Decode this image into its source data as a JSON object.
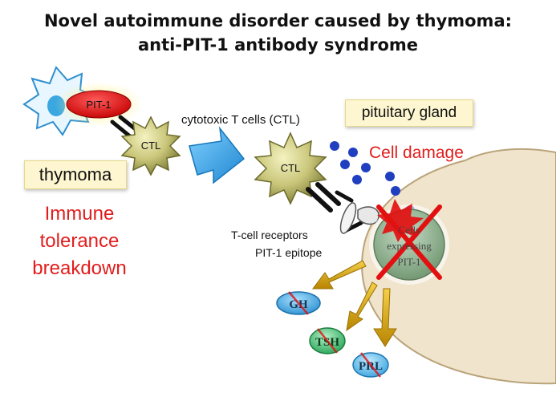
{
  "title": {
    "line1": "Novel autoimmune disorder caused by thymoma:",
    "line2": "anti-PIT-1 antibody syndrome"
  },
  "thymoma": {
    "antigen_label": "PIT-1",
    "ctl_label": "CTL",
    "box_label": "thymoma",
    "tolerance_lines": [
      "Immune",
      "tolerance",
      "breakdown"
    ]
  },
  "ctl_caption": "cytotoxic T cells (CTL)",
  "pituitary": {
    "box_label": "pituitary gland",
    "ctl_label": "CTL",
    "cell_damage": "Cell damage",
    "tcr_label": "T-cell receptors",
    "epitope_label": "PIT-1 epitope",
    "cell_lines": [
      "Cells",
      "expressing",
      "PIT-1"
    ]
  },
  "hormones": [
    "GH",
    "TSH",
    "PRL"
  ],
  "colors": {
    "red_text": "#e11d1d",
    "pit1_red": "#e01010",
    "ctl_olive": "#a8a65a",
    "arrow_blue": "#2fa0e0",
    "gland_tan": "#f0e4cc",
    "dot_blue": "#1f3fc0",
    "cell_green": "#86a886",
    "x_red": "#e21010",
    "gh_blue": "#3aa7e0",
    "tsh_green": "#3cc06a",
    "prl_blue": "#4fb7e8",
    "hormone_arrow": "#d9a300"
  }
}
